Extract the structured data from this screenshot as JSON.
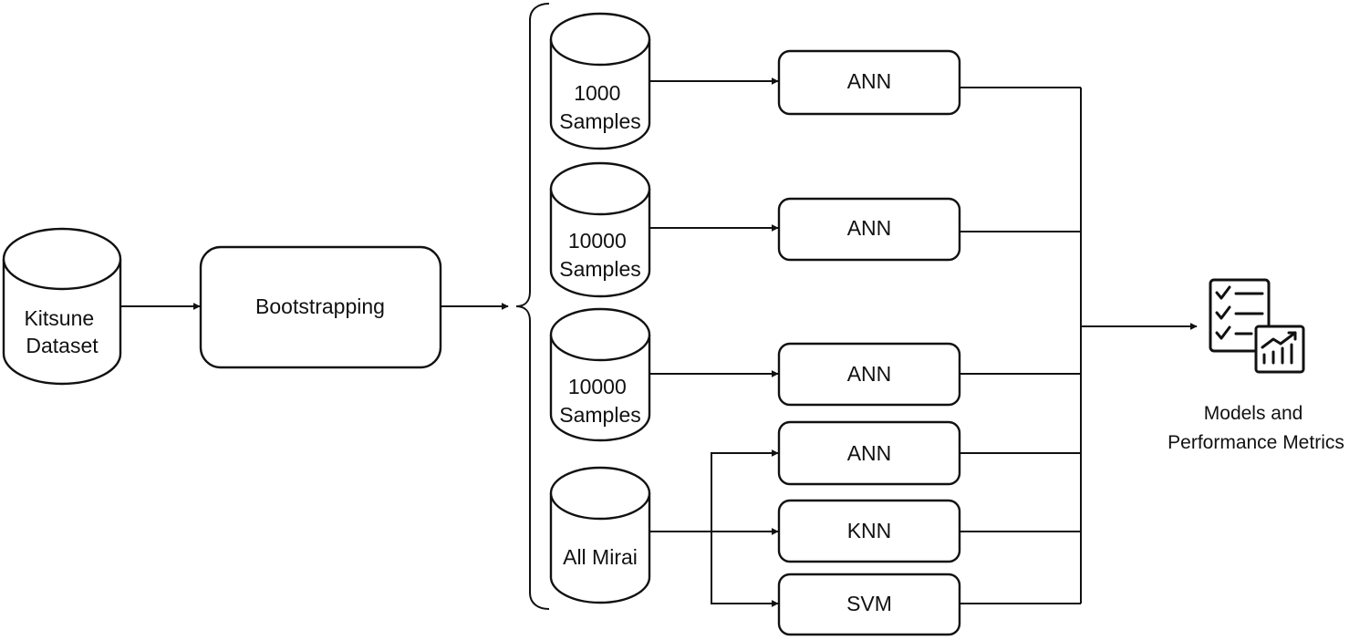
{
  "nodes": {
    "dataset": {
      "lines": [
        "Kitsune",
        "Dataset"
      ]
    },
    "bootstrapping": {
      "label": "Bootstrapping"
    },
    "sample_1": {
      "lines": [
        "1000",
        "Samples"
      ]
    },
    "sample_2": {
      "lines": [
        "10000",
        "Samples"
      ]
    },
    "sample_3": {
      "lines": [
        "10000",
        "Samples"
      ]
    },
    "sample_4": {
      "lines": [
        "All Mirai"
      ]
    },
    "model_1": {
      "label": "ANN"
    },
    "model_2": {
      "label": "ANN"
    },
    "model_3": {
      "label": "ANN"
    },
    "model_4": {
      "label": "ANN"
    },
    "model_5": {
      "label": "KNN"
    },
    "model_6": {
      "label": "SVM"
    }
  },
  "output": {
    "icon": "checklist-chart-icon",
    "caption_lines": [
      "Models and",
      "Performance Metrics"
    ]
  },
  "colors": {
    "stroke": "#111111",
    "fill": "#ffffff",
    "text": "#111111"
  }
}
